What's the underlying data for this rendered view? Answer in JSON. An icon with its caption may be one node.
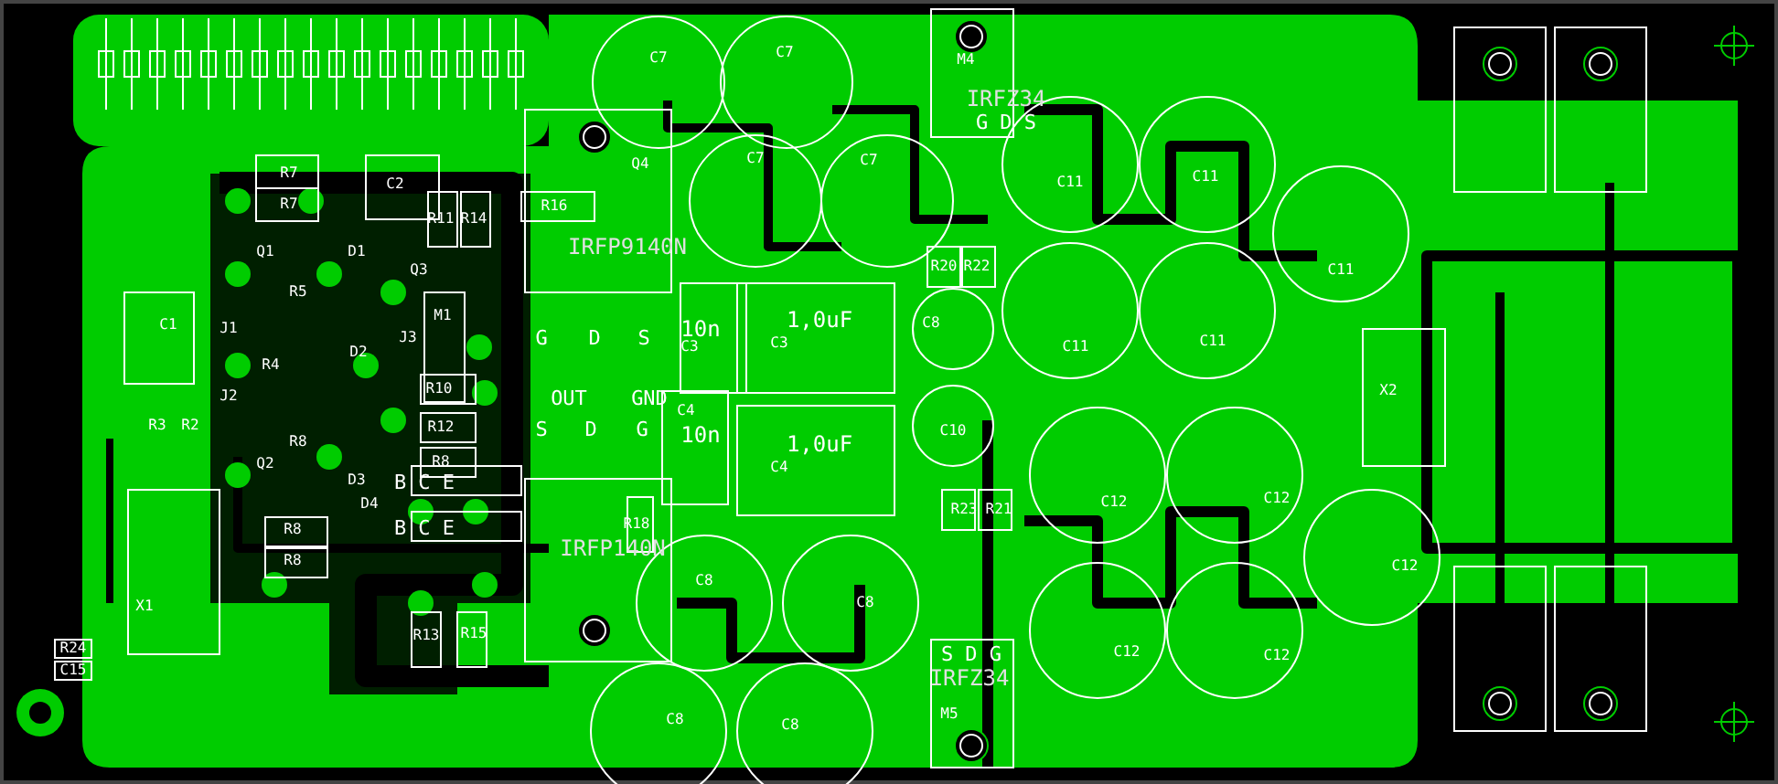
{
  "diagram": {
    "labels": [
      "C7",
      "C7",
      "M4",
      "IRFZ34",
      "G D S",
      "Q4",
      "C7",
      "C7",
      "R7",
      "C11",
      "C11",
      "C2",
      "R16",
      "R7",
      "R11",
      "R14",
      "IRFP9140N",
      "Q1",
      "D1",
      "Q3",
      "R20",
      "R22",
      "C11",
      "R5",
      "M1",
      "1,0uF",
      "C8",
      "C1",
      "10n",
      "J1",
      "J3",
      "G",
      "D",
      "S",
      "C3",
      "C3",
      "C11",
      "C11",
      "D2",
      "R4",
      "R10",
      "X2",
      "J2",
      "OUT",
      "GND",
      "C4",
      "R3",
      "R2",
      "R12",
      "S",
      "D",
      "G",
      "C10",
      "10n",
      "R8",
      "1,0uF",
      "R8",
      "Q2",
      "C4",
      "D3",
      "B C E",
      "C12",
      "C12",
      "D4",
      "R23",
      "R21",
      "R18",
      "B C E",
      "R8",
      "IRFP140N",
      "R8",
      "C12",
      "C8",
      "C8",
      "X1",
      "R15",
      "R13",
      "R24",
      "S D G",
      "C12",
      "C12",
      "C15",
      "IRFZ34",
      "M5",
      "C8",
      "C8"
    ]
  }
}
